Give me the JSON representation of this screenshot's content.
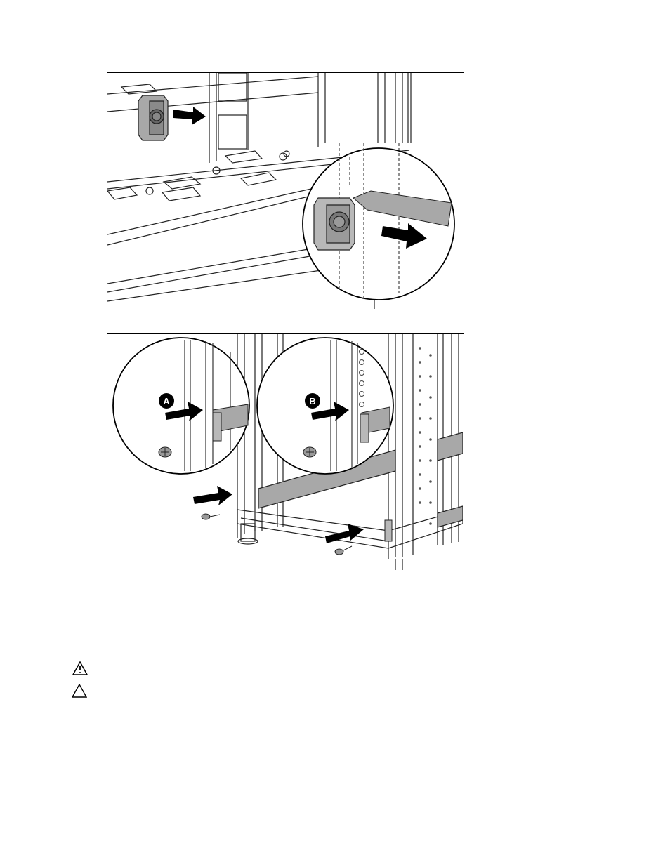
{
  "figures": [
    {
      "id": "figure-cage-nut-removal",
      "callouts": []
    },
    {
      "id": "figure-rail-installation",
      "callouts": [
        "A",
        "B"
      ]
    }
  ],
  "icons": {
    "warning": "warning-triangle-icon",
    "caution": "caution-triangle-icon"
  }
}
